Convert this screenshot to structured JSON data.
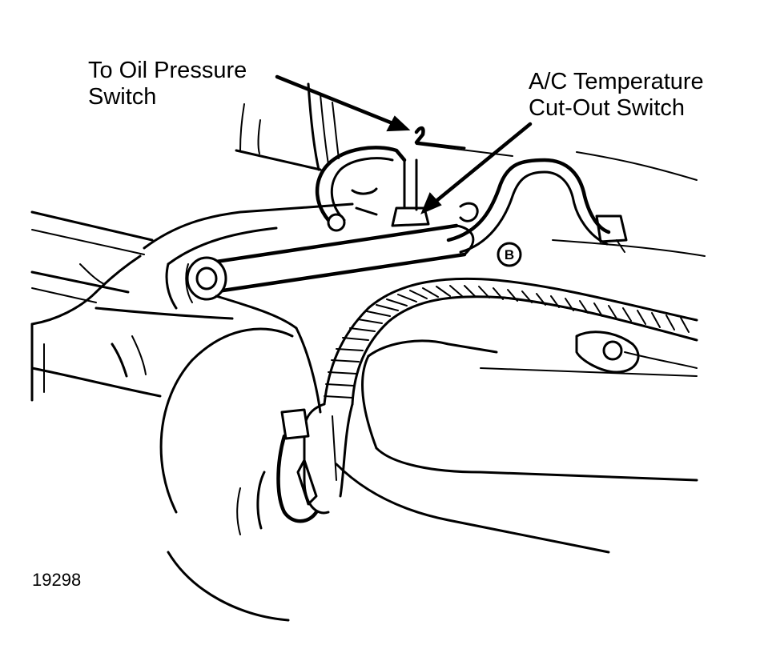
{
  "labels": {
    "oil_pressure_line1": "To Oil Pressure",
    "oil_pressure_line2": "Switch",
    "ac_switch_line1": "A/C Temperature",
    "ac_switch_line2": "Cut-Out Switch",
    "badge": "B",
    "figure_number": "19298"
  },
  "colors": {
    "ink": "#000000",
    "paper": "#ffffff"
  }
}
